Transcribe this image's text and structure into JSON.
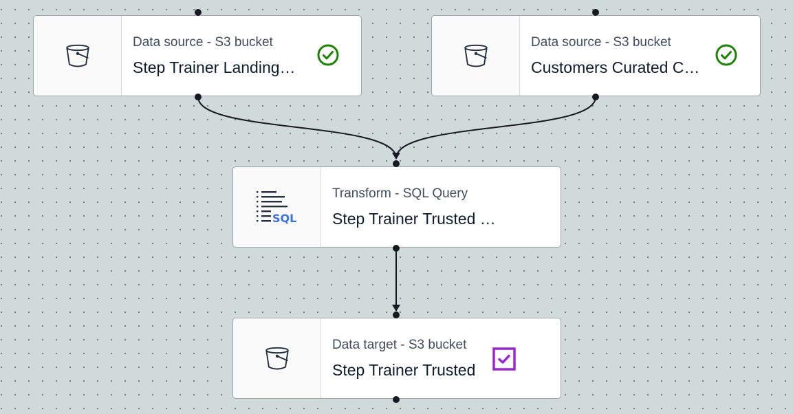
{
  "canvas": {
    "background": "#d1dada",
    "dot_color": "#6d7878",
    "edge_color": "#16191f"
  },
  "nodes": [
    {
      "id": "step-trainer-landing",
      "type_label": "Data source - S3 bucket",
      "name": "Step Trainer Landing…",
      "icon": "s3-bucket-icon",
      "status": "success-check-circle-icon",
      "status_color": "#1d8102"
    },
    {
      "id": "customers-curated",
      "type_label": "Data source - S3 bucket",
      "name": "Customers Curated C…",
      "icon": "s3-bucket-icon",
      "status": "success-check-circle-icon",
      "status_color": "#1d8102"
    },
    {
      "id": "sql-transform",
      "type_label": "Transform - SQL Query",
      "name": "Step Trainer Trusted …",
      "icon": "sql-query-icon",
      "icon_text": "SQL",
      "icon_text_color": "#3b73d9"
    },
    {
      "id": "step-trainer-trusted-target",
      "type_label": "Data target - S3 bucket",
      "name": "Step Trainer Trusted",
      "icon": "s3-bucket-icon",
      "status": "selected-checkbox-icon",
      "status_color": "#9c27d0"
    }
  ]
}
